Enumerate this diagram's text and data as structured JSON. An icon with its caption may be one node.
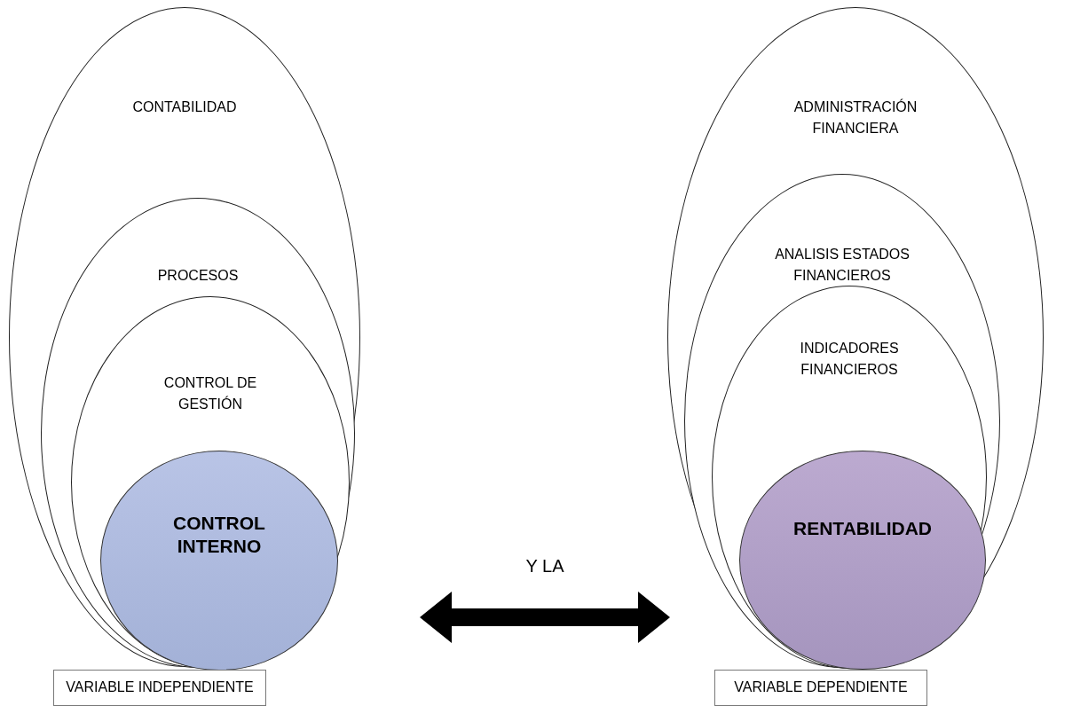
{
  "diagram": {
    "nodes": [
      {
        "text": [
          "CONTABILIDAD"
        ]
      },
      {
        "text": [
          "PROCESOS"
        ],
        "in": 0
      },
      {
        "text": [
          "CONTROL DE GESTIÓN"
        ],
        "in": 1
      },
      {
        "text": [
          "CONTROL INTERNO"
        ],
        "in": 2
      },
      {
        "text": [
          "ADMINISTRACIÓN FINANCIERA"
        ]
      },
      {
        "text": [
          "ANALISIS ESTADOS FINANCIEROS"
        ],
        "in": 4
      },
      {
        "text": [
          "INDICADORES FINANCIEROS"
        ],
        "in": 5
      },
      {
        "text": [
          "RENTABILIDAD"
        ],
        "in": 6
      },
      {
        "text": [
          "VARIABLE INDEPENDIENTE"
        ]
      },
      {
        "text": [
          "VARIABLE DEPENDIENTE"
        ]
      }
    ],
    "edges": [
      {
        "from": 3,
        "to": 7,
        "arrow": "both",
        "label": "Y LA",
        "style": "thick"
      }
    ]
  }
}
